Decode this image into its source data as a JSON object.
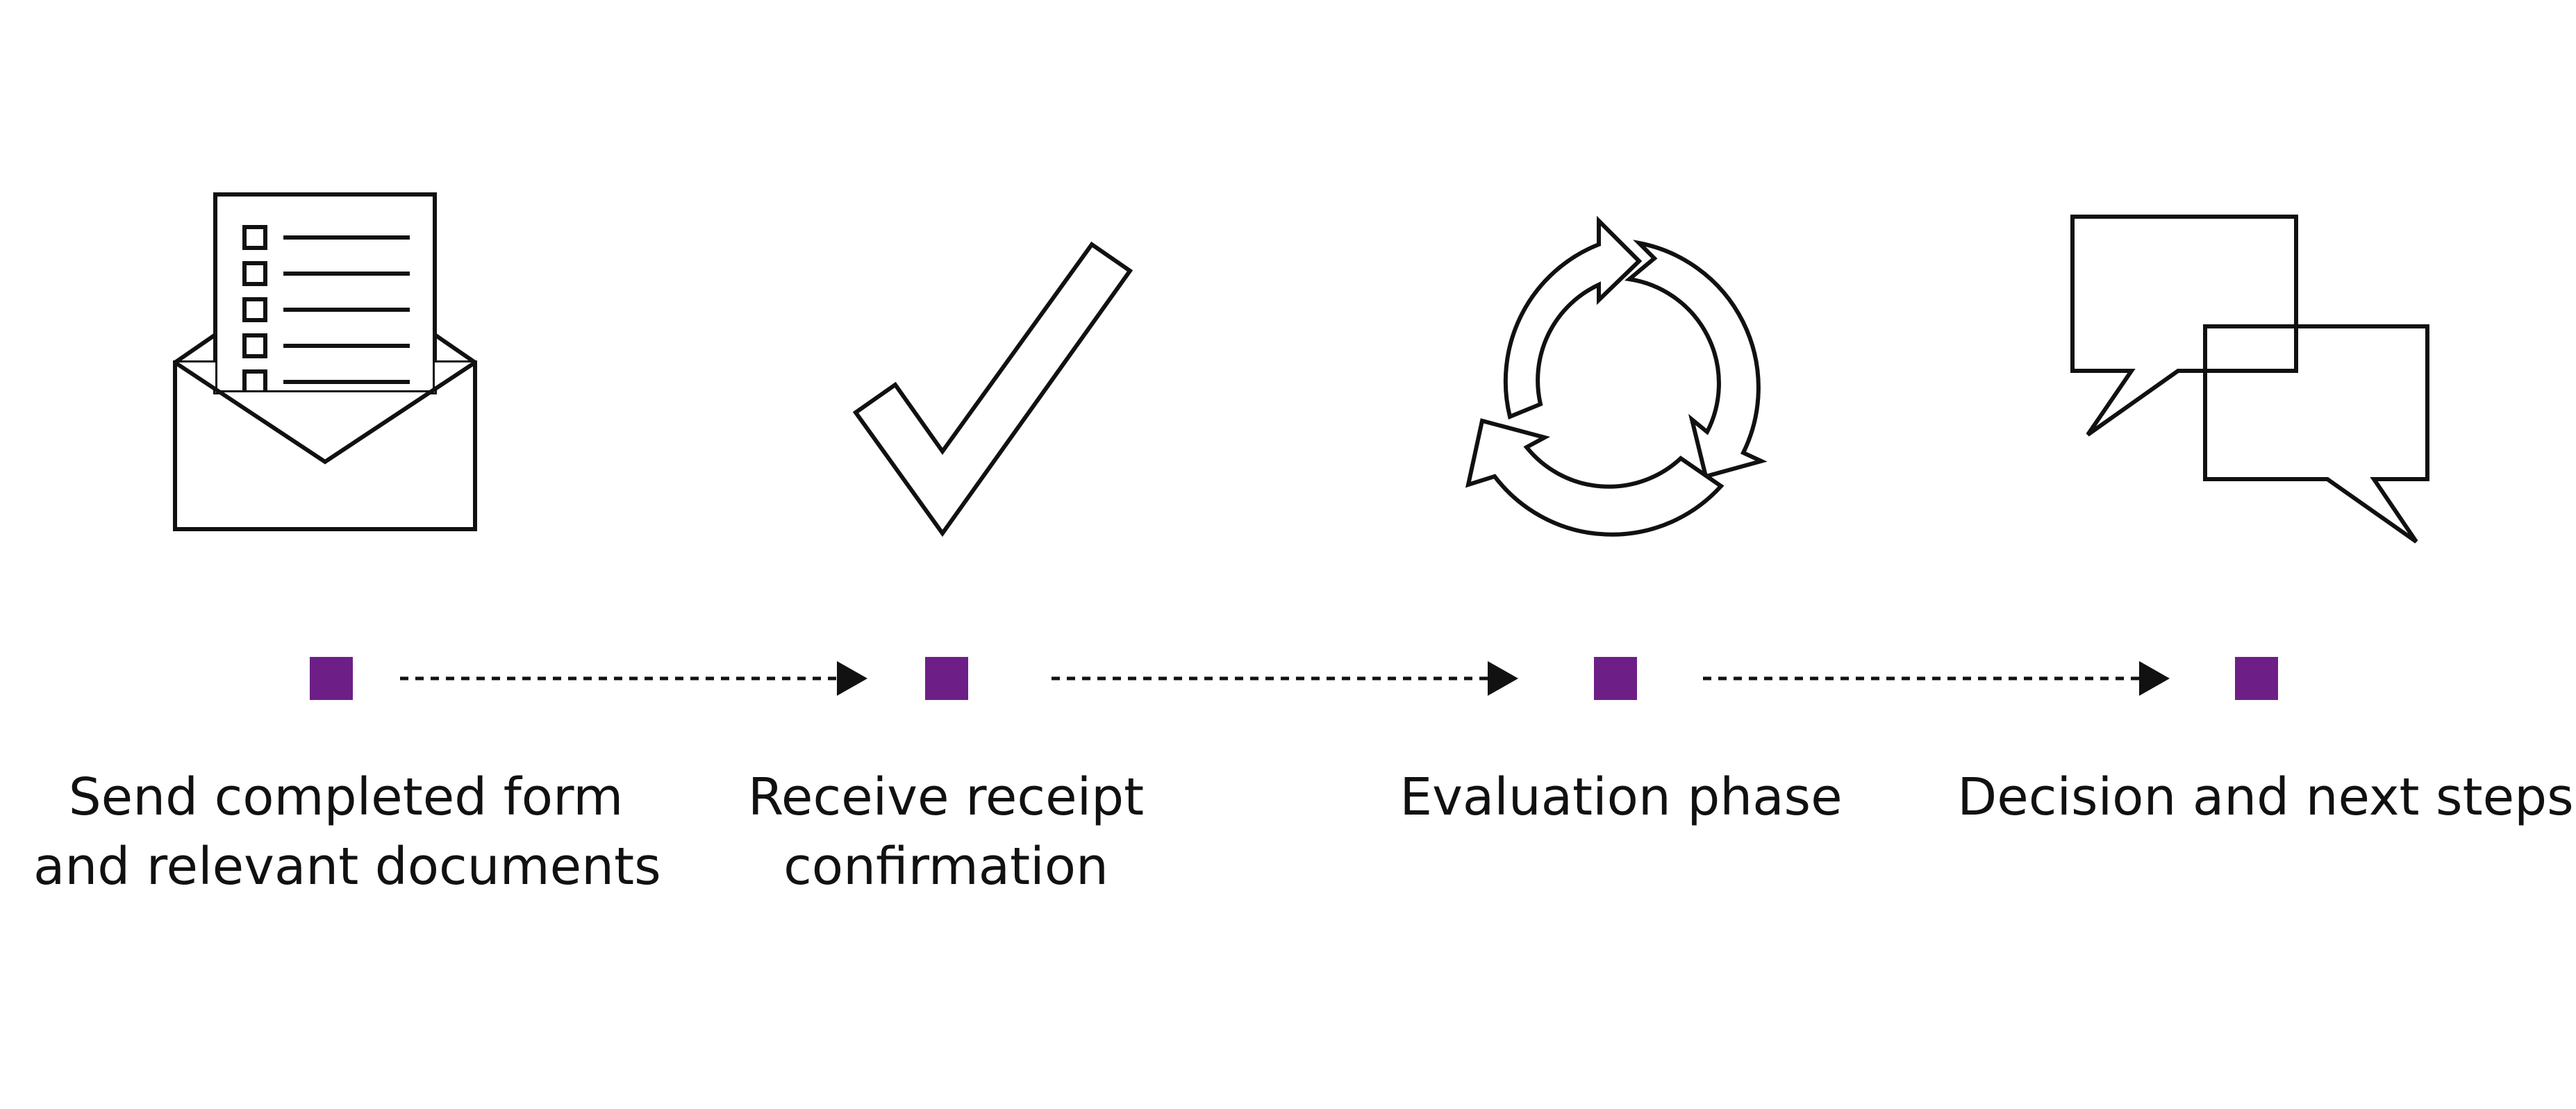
{
  "accent_color": "#6d1f87",
  "line_color": "#111111",
  "steps": [
    {
      "icon": "envelope-form-icon",
      "label_lines": [
        "Send completed form",
        "and relevant documents"
      ]
    },
    {
      "icon": "checkmark-icon",
      "label_lines": [
        "Receive receipt",
        "confirmation"
      ]
    },
    {
      "icon": "cycle-arrows-icon",
      "label_lines": [
        "Evaluation phase"
      ]
    },
    {
      "icon": "speech-bubbles-icon",
      "label_lines": [
        "Decision and next steps"
      ]
    }
  ]
}
